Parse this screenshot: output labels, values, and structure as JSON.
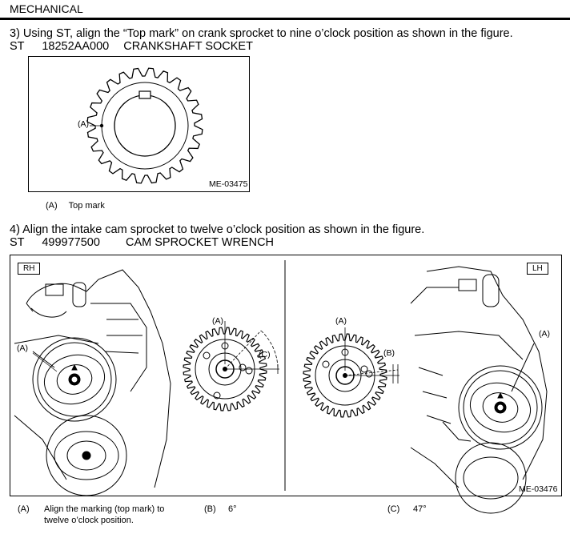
{
  "header": {
    "section": "MECHANICAL"
  },
  "step3": {
    "instruction": "3) Using ST, align the “Top mark” on crank sprocket to nine o’clock position as shown in the figure.",
    "tool_prefix": "ST",
    "tool_number": "18252AA000",
    "tool_name": "CRANKSHAFT SOCKET",
    "figure": {
      "callout_a": "(A)",
      "figure_code": "ME-03475"
    },
    "legend": {
      "key": "(A)",
      "text": "Top mark"
    }
  },
  "step4": {
    "instruction": "4) Align the intake cam sprocket to twelve o’clock position as shown in the figure.",
    "tool_prefix": "ST",
    "tool_number": "499977500",
    "tool_name": "CAM SPROCKET WRENCH",
    "figure": {
      "rh_tag": "RH",
      "lh_tag": "LH",
      "a": "(A)",
      "b": "(B)",
      "c": "(C)",
      "figure_code": "ME-03476"
    },
    "legend": {
      "a_key": "(A)",
      "a_text_line1": "Align the marking (top mark) to",
      "a_text_line2": "twelve o’clock position.",
      "b_key": "(B)",
      "b_text": "6°",
      "c_key": "(C)",
      "c_text": "47°"
    }
  }
}
